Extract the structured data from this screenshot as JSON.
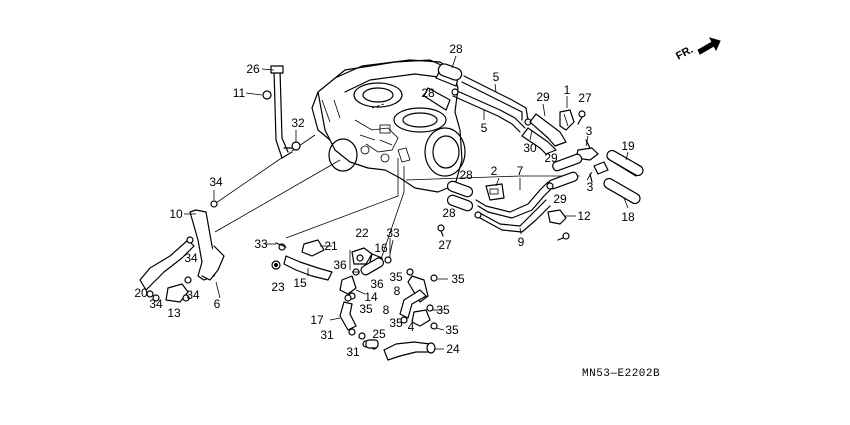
{
  "diagram": {
    "ref_code": "MN53—E2202B",
    "direction_label": "FR.",
    "direction_icon": "arrow-right-icon",
    "callouts": [
      {
        "id": "c26",
        "text": "26"
      },
      {
        "id": "c11",
        "text": "11"
      },
      {
        "id": "c32",
        "text": "32"
      },
      {
        "id": "c28a",
        "text": "28"
      },
      {
        "id": "c28b",
        "text": "28"
      },
      {
        "id": "c5a",
        "text": "5"
      },
      {
        "id": "c5b",
        "text": "5"
      },
      {
        "id": "c29a",
        "text": "29"
      },
      {
        "id": "c1",
        "text": "1"
      },
      {
        "id": "c27a",
        "text": "27"
      },
      {
        "id": "c3a",
        "text": "3"
      },
      {
        "id": "c30",
        "text": "30"
      },
      {
        "id": "c29b",
        "text": "29"
      },
      {
        "id": "c3b",
        "text": "3"
      },
      {
        "id": "c19",
        "text": "19"
      },
      {
        "id": "c2",
        "text": "2"
      },
      {
        "id": "c7",
        "text": "7"
      },
      {
        "id": "c29c",
        "text": "29"
      },
      {
        "id": "c18",
        "text": "18"
      },
      {
        "id": "c28c",
        "text": "28"
      },
      {
        "id": "c28d",
        "text": "28"
      },
      {
        "id": "c12",
        "text": "12"
      },
      {
        "id": "c27b",
        "text": "27"
      },
      {
        "id": "c9",
        "text": "9"
      },
      {
        "id": "c34a",
        "text": "34"
      },
      {
        "id": "c10",
        "text": "10"
      },
      {
        "id": "c34b",
        "text": "34"
      },
      {
        "id": "c20",
        "text": "20"
      },
      {
        "id": "c34c",
        "text": "34"
      },
      {
        "id": "c34d",
        "text": "34"
      },
      {
        "id": "c13",
        "text": "13"
      },
      {
        "id": "c6",
        "text": "6"
      },
      {
        "id": "c33a",
        "text": "33"
      },
      {
        "id": "c21",
        "text": "21"
      },
      {
        "id": "c22",
        "text": "22"
      },
      {
        "id": "c33b",
        "text": "33"
      },
      {
        "id": "c16",
        "text": "16"
      },
      {
        "id": "c36a",
        "text": "36"
      },
      {
        "id": "c23",
        "text": "23"
      },
      {
        "id": "c15",
        "text": "15"
      },
      {
        "id": "c36b",
        "text": "36"
      },
      {
        "id": "c14",
        "text": "14"
      },
      {
        "id": "c35a",
        "text": "35"
      },
      {
        "id": "c35b",
        "text": "35"
      },
      {
        "id": "c8a",
        "text": "8"
      },
      {
        "id": "c17",
        "text": "17"
      },
      {
        "id": "c35c",
        "text": "35"
      },
      {
        "id": "c8b",
        "text": "8"
      },
      {
        "id": "c35d",
        "text": "35"
      },
      {
        "id": "c35e",
        "text": "35"
      },
      {
        "id": "c4",
        "text": "4"
      },
      {
        "id": "c35f",
        "text": "35"
      },
      {
        "id": "c31a",
        "text": "31"
      },
      {
        "id": "c25",
        "text": "25"
      },
      {
        "id": "c24",
        "text": "24"
      },
      {
        "id": "c31b",
        "text": "31"
      }
    ]
  }
}
